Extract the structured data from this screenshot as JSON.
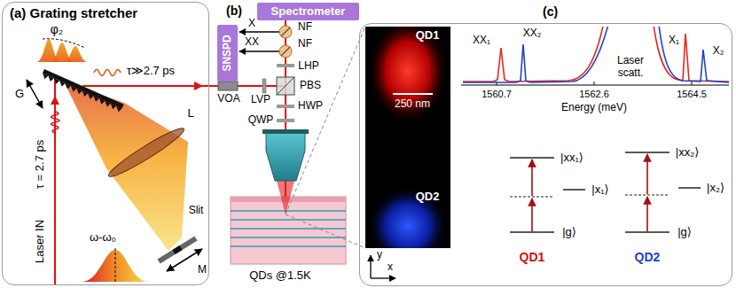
{
  "diagram": {
    "nodes": [
      {
        "text": [
          "(a) Grating stretcher"
        ]
      },
      {
        "text": [
          "Spectrometer"
        ]
      },
      {
        "text": [
          "SNSPD"
        ]
      },
      {
        "text": [
          "(c)"
        ]
      }
    ],
    "labels": [
      "φ₂",
      "τ≫2.7 ps",
      "G",
      "L",
      "Laser IN",
      "τ = 2.7 ps",
      "ω-ω₀",
      "Slit",
      "M",
      "(b)",
      "X",
      "XX",
      "NF",
      "NF",
      "LHP",
      "PBS",
      "VOA",
      "LVP",
      "HWP",
      "QWP",
      "QDs @1.5K",
      "QD1",
      "250 nm",
      "QD2",
      "y",
      "x",
      "XX₁",
      "XX₂",
      "Laser scatt.",
      "X₁",
      "X₂",
      "1560.7",
      "1562.6",
      "1564.5",
      "Energy (meV)",
      "|xx₁⟩",
      "|x₁⟩",
      "|g⟩",
      "|xx₂⟩",
      "|x₂⟩",
      "|g⟩",
      "QD1",
      "QD2"
    ]
  }
}
